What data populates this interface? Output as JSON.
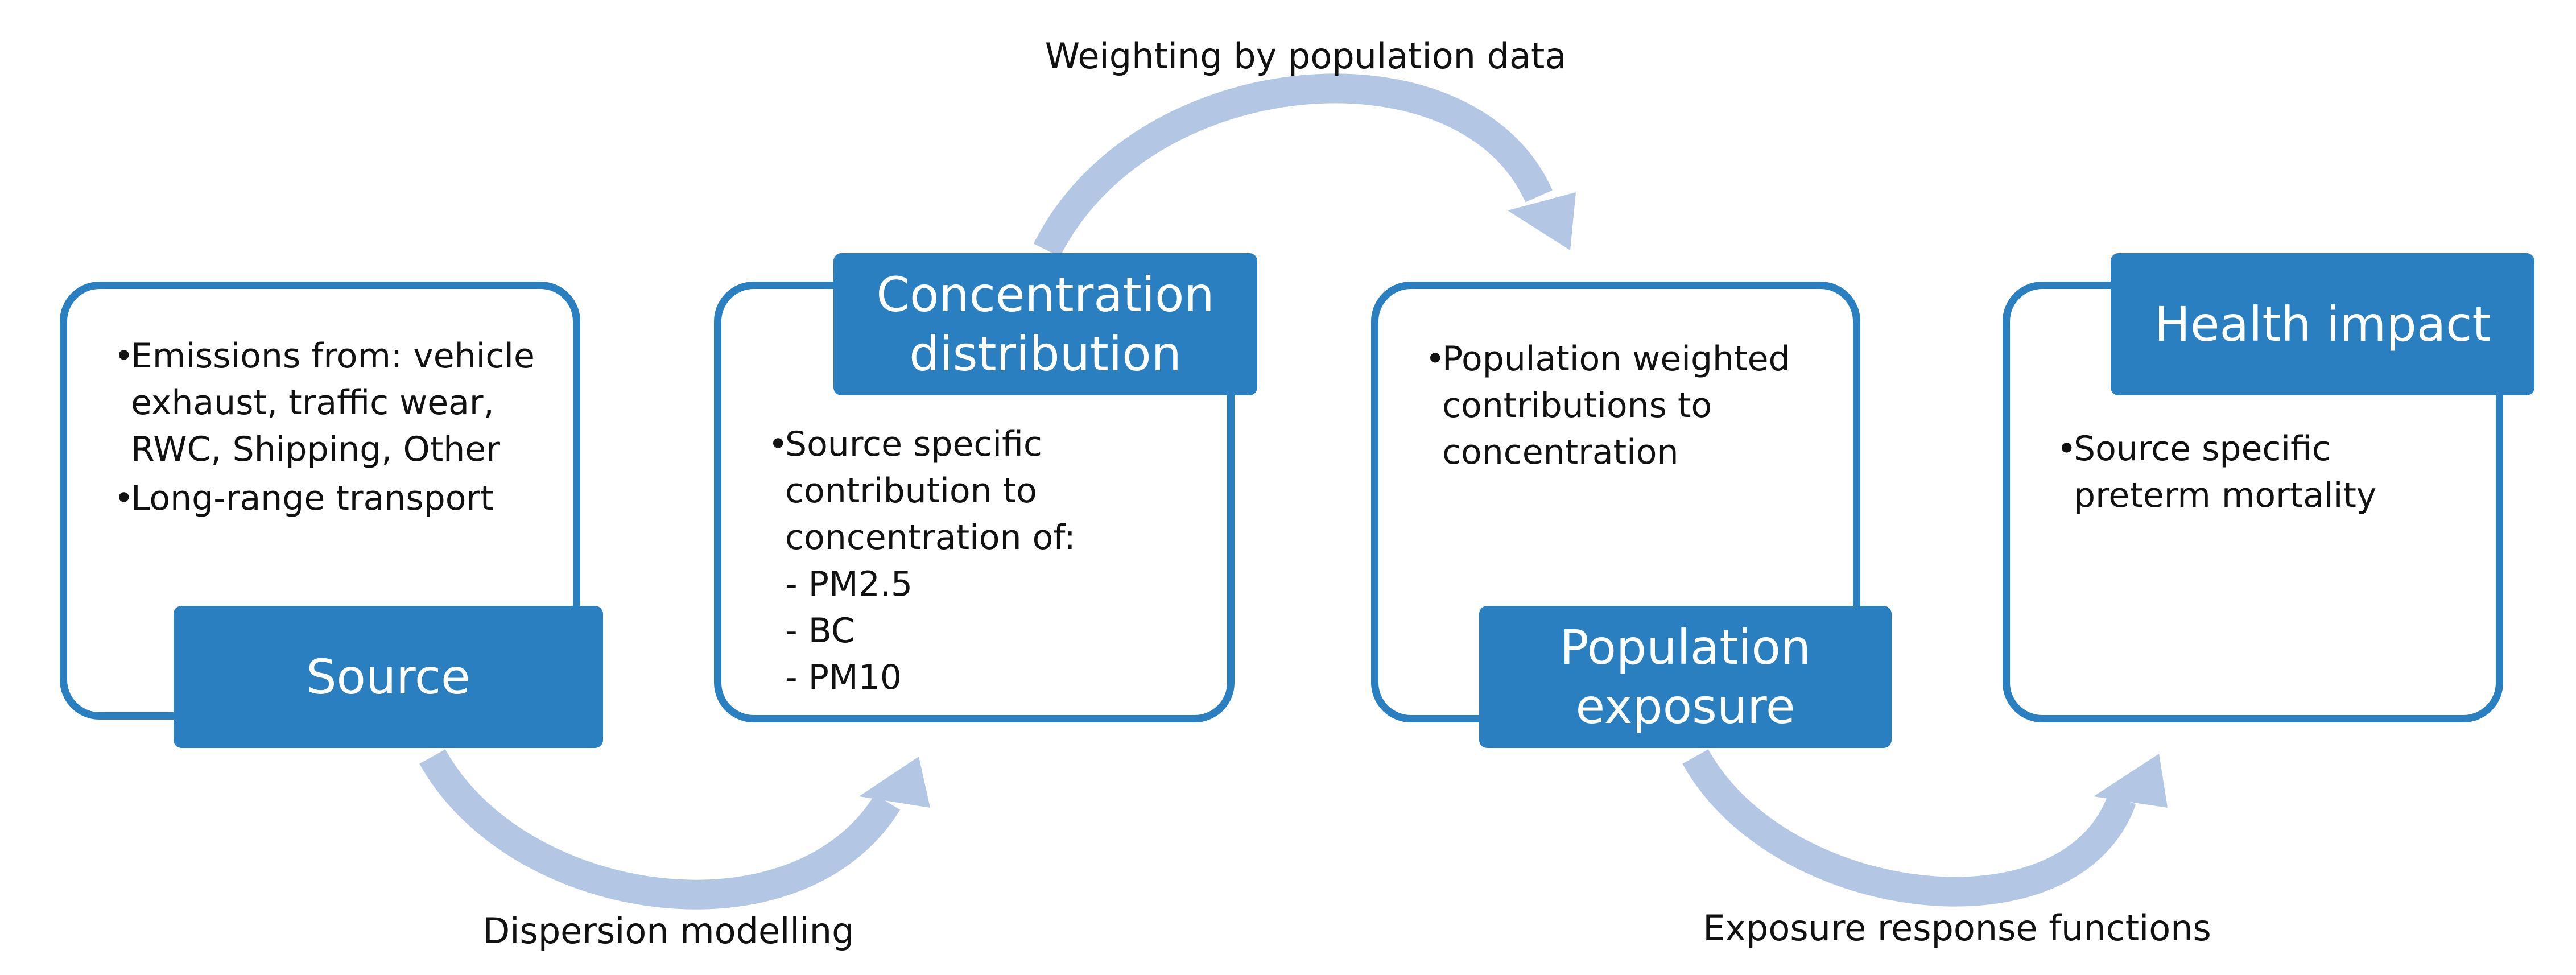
{
  "colors": {
    "panel_border": "#2a7fc1",
    "label_fill": "#2a7fc1",
    "label_text": "#ffffff",
    "arrow": "#b3c7e4"
  },
  "arrows": {
    "weighting": "Weighting by population data",
    "dispersion": "Dispersion modelling",
    "exposure_response": "Exposure response functions"
  },
  "stages": {
    "source": {
      "label": "Source",
      "bullets": [
        "Emissions from: vehicle exhaust, traffic wear, RWC, Shipping, Other",
        "Long-range transport"
      ]
    },
    "concentration": {
      "label": "Concentration distribution",
      "bullet": "Source specific contribution to concentration of:",
      "items": [
        "- PM2.5",
        "- BC",
        "- PM10"
      ]
    },
    "exposure": {
      "label": "Population exposure",
      "bullet": "Population weighted contributions to concentration"
    },
    "health": {
      "label": "Health impact",
      "bullet": "Source specific preterm mortality"
    }
  }
}
